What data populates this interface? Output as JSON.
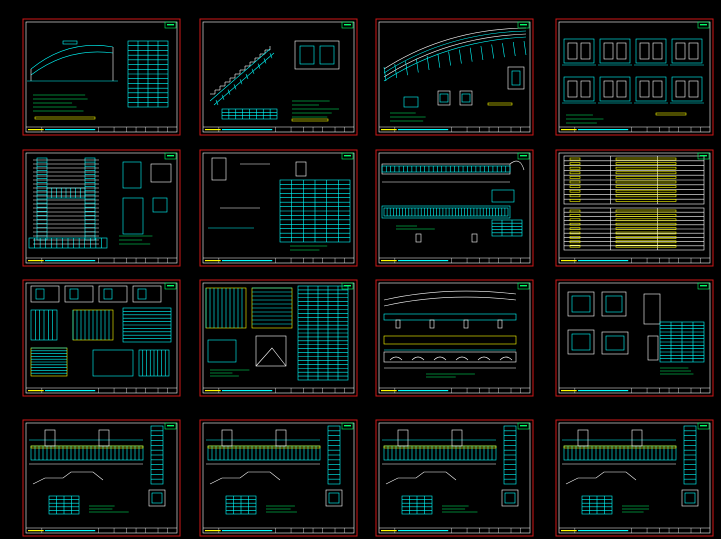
{
  "app": {
    "viewport_background": "#000000"
  },
  "colors": {
    "frame": "#d01818",
    "cyan": "#00ffff",
    "white": "#ffffff",
    "yellow": "#ffff00",
    "green": "#00ff66",
    "red": "#ff3030"
  },
  "sheets": [
    {
      "id": "s1",
      "row": 1,
      "col": 1,
      "kind": "arch-elevation-table"
    },
    {
      "id": "s2",
      "row": 1,
      "col": 2,
      "kind": "stair-section"
    },
    {
      "id": "s3",
      "row": 1,
      "col": 3,
      "kind": "curved-beam-plan"
    },
    {
      "id": "s4",
      "row": 1,
      "col": 4,
      "kind": "box-sections"
    },
    {
      "id": "s5",
      "row": 2,
      "col": 1,
      "kind": "frame-elevation"
    },
    {
      "id": "s6",
      "row": 2,
      "col": 2,
      "kind": "rebar-table"
    },
    {
      "id": "s7",
      "row": 2,
      "col": 3,
      "kind": "beam-elevation"
    },
    {
      "id": "s8",
      "row": 2,
      "col": 4,
      "kind": "bar-schedule"
    },
    {
      "id": "s9",
      "row": 3,
      "col": 1,
      "kind": "rebar-plans"
    },
    {
      "id": "s10",
      "row": 3,
      "col": 2,
      "kind": "rebar-grid-table"
    },
    {
      "id": "s11",
      "row": 3,
      "col": 3,
      "kind": "long-beam-details"
    },
    {
      "id": "s12",
      "row": 3,
      "col": 4,
      "kind": "section-details"
    },
    {
      "id": "s13",
      "row": 4,
      "col": 1,
      "kind": "pier-cap-elevation"
    },
    {
      "id": "s14",
      "row": 4,
      "col": 2,
      "kind": "pier-cap-elevation"
    },
    {
      "id": "s15",
      "row": 4,
      "col": 3,
      "kind": "pier-cap-elevation"
    },
    {
      "id": "s16",
      "row": 4,
      "col": 4,
      "kind": "pier-cap-elevation"
    }
  ]
}
